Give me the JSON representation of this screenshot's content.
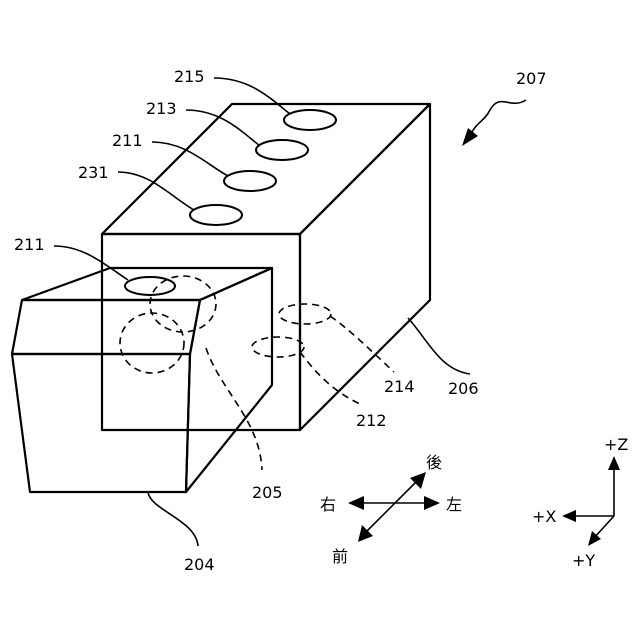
{
  "labels": {
    "l207": "207",
    "l215": "215",
    "l213": "213",
    "l211_top": "211",
    "l231": "231",
    "l211_left": "211",
    "l214": "214",
    "l206": "206",
    "l212": "212",
    "l205": "205",
    "l204": "204"
  },
  "direction_arrows": {
    "back": "後",
    "right": "右",
    "left": "左",
    "front": "前"
  },
  "axes": {
    "z": "+Z",
    "x": "+X",
    "y": "+Y"
  }
}
